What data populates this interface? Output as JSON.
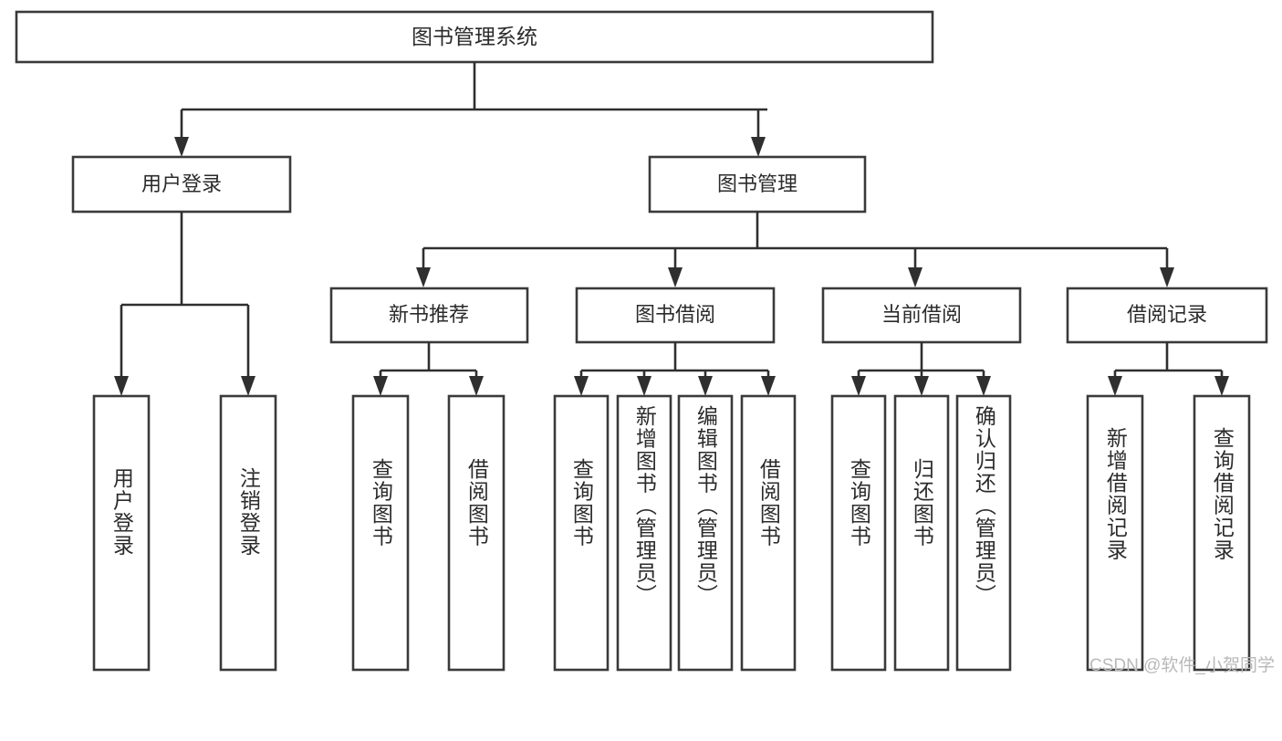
{
  "diagram": {
    "type": "tree-hierarchy",
    "title": "图书管理系统",
    "root": {
      "label": "图书管理系统"
    },
    "level1": [
      {
        "id": "user-login",
        "label": "用户登录"
      },
      {
        "id": "book-management",
        "label": "图书管理"
      }
    ],
    "level2": [
      {
        "id": "new-book-recommend",
        "label": "新书推荐",
        "parent": "book-management"
      },
      {
        "id": "book-borrow",
        "label": "图书借阅",
        "parent": "book-management"
      },
      {
        "id": "current-borrow",
        "label": "当前借阅",
        "parent": "book-management"
      },
      {
        "id": "borrow-record",
        "label": "借阅记录",
        "parent": "book-management"
      }
    ],
    "leaves": {
      "user-login": [
        {
          "id": "leaf-user-login",
          "label": "用户登录"
        },
        {
          "id": "leaf-logout-login",
          "label": "注销登录"
        }
      ],
      "new-book-recommend": [
        {
          "id": "leaf-query-book-1",
          "label": "查询图书"
        },
        {
          "id": "leaf-borrow-book-1",
          "label": "借阅图书"
        }
      ],
      "book-borrow": [
        {
          "id": "leaf-query-book-2",
          "label": "查询图书"
        },
        {
          "id": "leaf-add-book",
          "label": "新增图书（管理员）"
        },
        {
          "id": "leaf-edit-book",
          "label": "编辑图书（管理员）"
        },
        {
          "id": "leaf-borrow-book-2",
          "label": "借阅图书"
        }
      ],
      "current-borrow": [
        {
          "id": "leaf-query-book-3",
          "label": "查询图书"
        },
        {
          "id": "leaf-return-book",
          "label": "归还图书"
        },
        {
          "id": "leaf-confirm-return",
          "label": "确认归还（管理员）"
        }
      ],
      "borrow-record": [
        {
          "id": "leaf-add-borrow-record",
          "label": "新增借阅记录"
        },
        {
          "id": "leaf-query-borrow-record",
          "label": "查询借阅记录"
        }
      ]
    }
  },
  "watermark": {
    "text": "CSDN @软件_小贺同学"
  },
  "colors": {
    "box_stroke": "#3a3a3a",
    "connector": "#2f2f2f",
    "text": "#2b2b2b",
    "background": "#ffffff",
    "watermark": "#b9b9b9"
  }
}
